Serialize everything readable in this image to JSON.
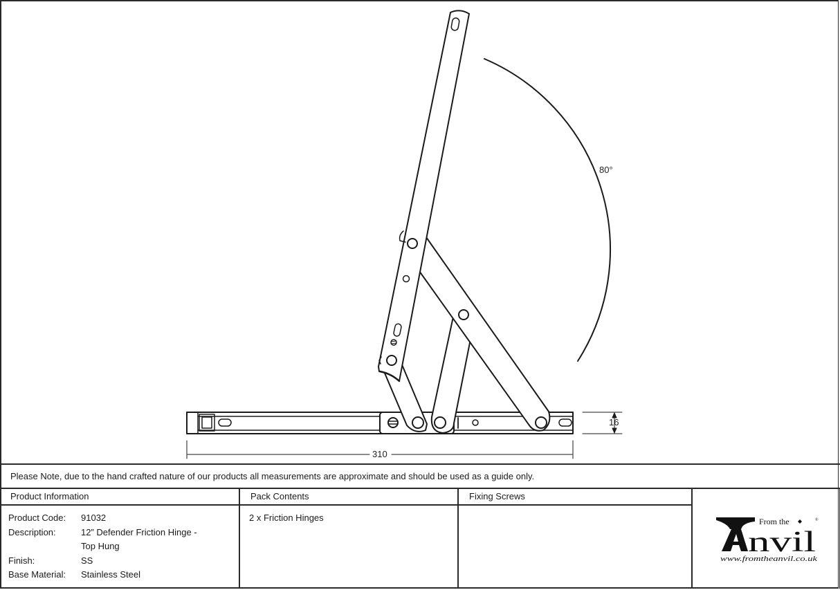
{
  "drawing": {
    "angle_label": "80°",
    "width_dimension": "310",
    "height_dimension": "16",
    "line_color": "#1a1a1a"
  },
  "note": "Please Note, due to the hand crafted nature of our products all measurements are approximate and should be used as a guide only.",
  "product_information": {
    "heading": "Product Information",
    "fields": [
      {
        "label": "Product Code:",
        "value": "91032"
      },
      {
        "label": "Description:",
        "value": "12” Defender Friction Hinge -\nTop Hung"
      },
      {
        "label": "Finish:",
        "value": "SS"
      },
      {
        "label": "Base Material:",
        "value": "Stainless Steel"
      }
    ]
  },
  "pack_contents": {
    "heading": "Pack Contents",
    "items": [
      "2 x Friction Hinges"
    ]
  },
  "fixing_screws": {
    "heading": "Fixing Screws",
    "items": []
  },
  "logo": {
    "tagline": "From the",
    "brand": "nvil",
    "brand_initial": "A",
    "registered": "®",
    "url": "www.fromtheanvil.co.uk"
  }
}
